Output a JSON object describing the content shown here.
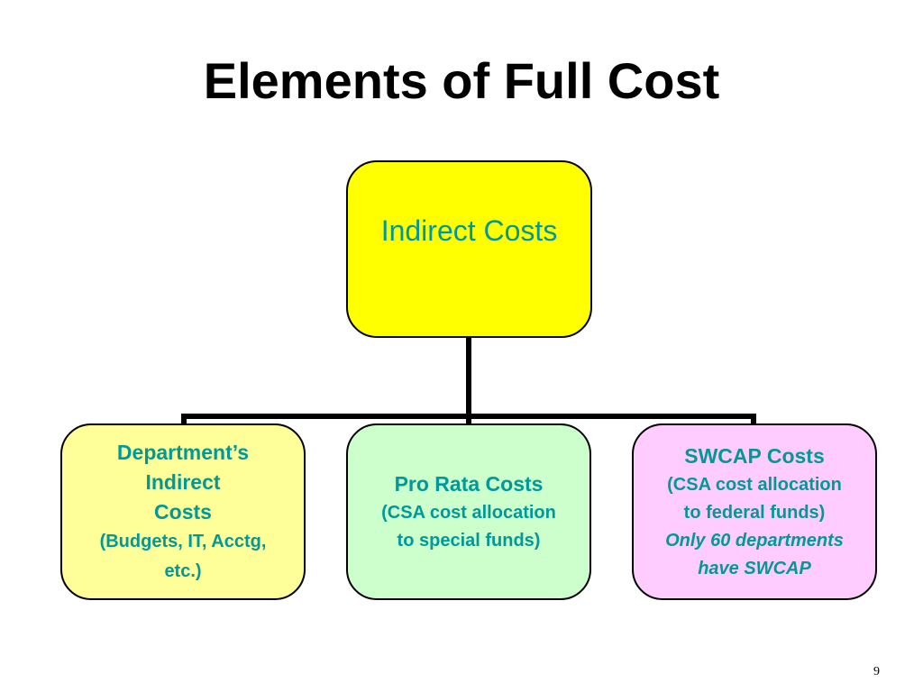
{
  "slide": {
    "title": "Elements of Full Cost",
    "page_number": "9"
  },
  "diagram": {
    "root": {
      "label": "Indirect Costs"
    },
    "children": [
      {
        "lines": [
          "Department’s",
          "Indirect",
          "Costs",
          "(Budgets, IT, Acctg,",
          "etc.)"
        ]
      },
      {
        "lines": [
          "Pro Rata Costs",
          "(CSA cost allocation",
          "to special funds)"
        ]
      },
      {
        "lines": [
          "SWCAP Costs",
          "(CSA cost allocation",
          "to federal funds)",
          "Only 60 departments",
          "have SWCAP"
        ]
      }
    ]
  },
  "colors": {
    "text": "#009999",
    "root_fill": "#ffff00",
    "child1_fill": "#ffff99",
    "child2_fill": "#ccffcc",
    "child3_fill": "#ffccff",
    "connector": "#000000"
  }
}
